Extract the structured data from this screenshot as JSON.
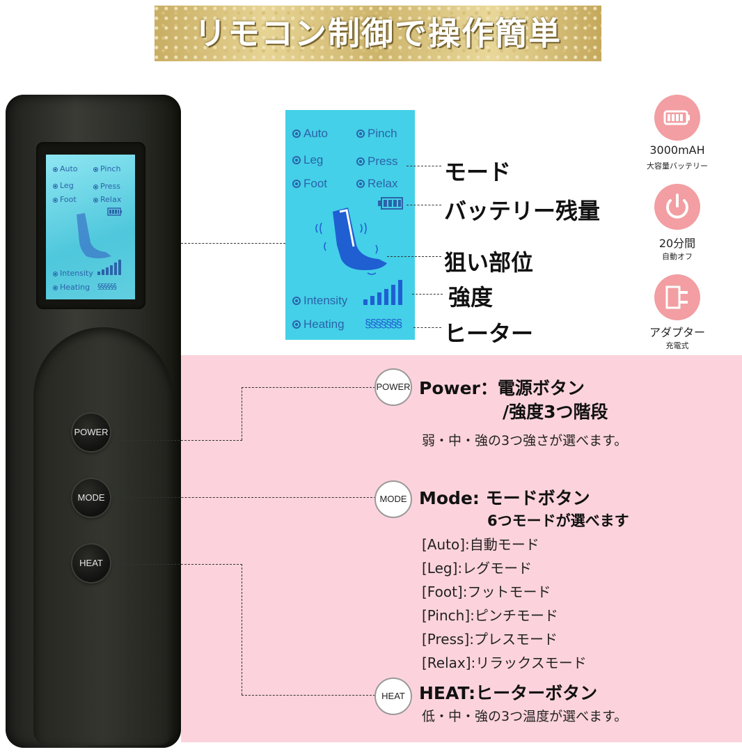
{
  "banner": {
    "title": "リモコン制御で操作簡単"
  },
  "small_screen": {
    "modes": [
      "Auto",
      "Pinch",
      "Leg",
      "Press",
      "Foot",
      "Relax"
    ],
    "intensity_label": "Intensity",
    "heating_label": "Heating"
  },
  "display": {
    "modes": [
      "Auto",
      "Pinch",
      "Leg",
      "Press",
      "Foot",
      "Relax"
    ],
    "intensity_label": "Intensity",
    "heating_label": "Heating",
    "battery_level": 4,
    "intensity_bars": 6
  },
  "callouts": {
    "mode": "モード",
    "battery": "バッテリー残量",
    "target": "狙い部位",
    "intensity": "強度",
    "heater": "ヒーター"
  },
  "features": [
    {
      "icon": "battery-icon",
      "title": "3000mAH",
      "sub": "大容量バッテリー"
    },
    {
      "icon": "power-icon",
      "title": "20分間",
      "sub": "自動オフ"
    },
    {
      "icon": "plug-icon",
      "title": "アダプター",
      "sub": "充電式"
    }
  ],
  "buttons": {
    "power": "POWER",
    "mode": "MODE",
    "heat": "HEAT"
  },
  "panel": {
    "power": {
      "badge": "POWER",
      "heading1": "Power：電源ボタン",
      "heading2": "/強度3つ階段",
      "desc": "弱・中・強の3つ強さが選べます。"
    },
    "mode": {
      "badge": "MODE",
      "heading1": "Mode: モードボタン",
      "heading2": "6つモードが選べます",
      "lines": [
        "[Auto]:自動モード",
        "[Leg]:レグモード",
        "[Foot]:フットモード",
        "[Pinch]:ピンチモード",
        "[Press]:プレスモード",
        "[Relax]:リラックスモード"
      ]
    },
    "heat": {
      "badge": "HEAT",
      "heading1": "HEAT:ヒーターボタン",
      "desc": "低・中・強の3つ温度が選べます。"
    }
  },
  "colors": {
    "panel_bg": "#fcd3dc",
    "display_bg": "#44d0e8",
    "icon_bg": "#f29ea2",
    "lcd_text": "#2b63a9"
  }
}
